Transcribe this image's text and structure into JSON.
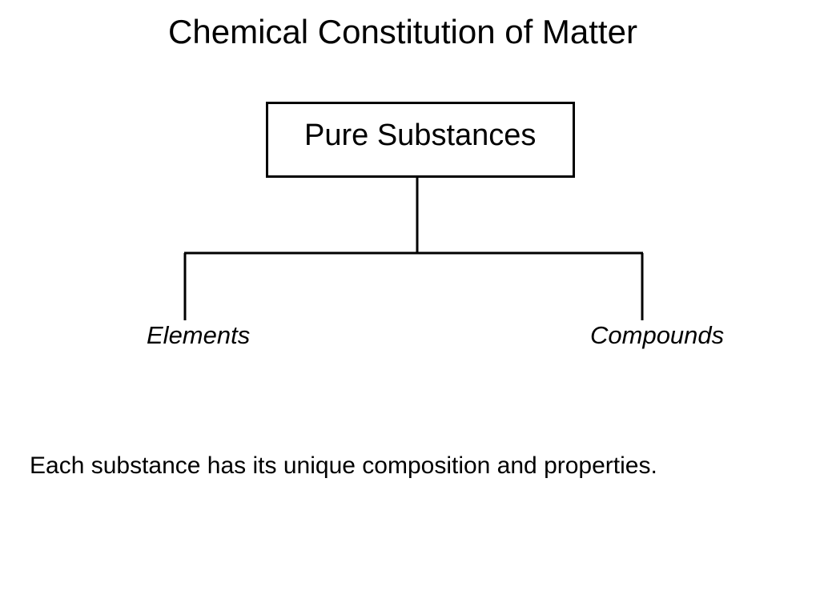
{
  "title": "Chemical Constitution of Matter",
  "diagram": {
    "root": {
      "label": "Pure Substances"
    },
    "children": [
      {
        "label": "Elements"
      },
      {
        "label": "Compounds"
      }
    ],
    "line_color": "#000000"
  },
  "footnote": "Each substance has its unique composition and properties."
}
